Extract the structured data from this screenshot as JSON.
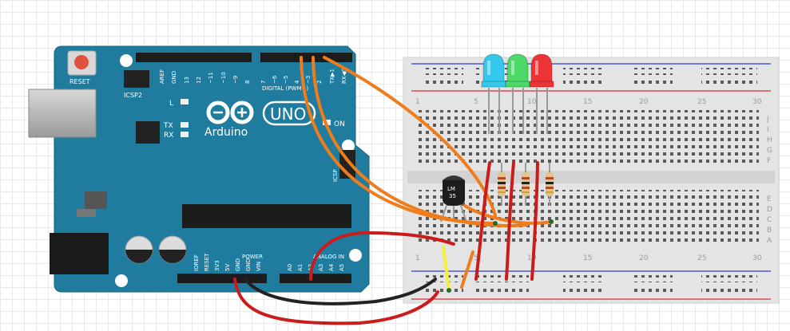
{
  "arduino": {
    "brand": "Arduino",
    "model": "UNO",
    "reset_label": "RESET",
    "icsp2_label": "ICSP2",
    "icsp_label": "ICSP",
    "digital_label": "DIGITAL (PWM~)",
    "power_label": "POWER",
    "analog_label": "ANALOG IN",
    "on_label": "ON",
    "l_label": "L",
    "tx_label": "TX",
    "rx_label": "RX",
    "digital_pins": [
      "AREF",
      "GND",
      "13",
      "12",
      "~11",
      "~10",
      "~9",
      "8",
      "7",
      "~6",
      "~5",
      "4",
      "~3",
      "2",
      "TX▶1",
      "RX◀0"
    ],
    "power_pins": [
      "IOREF",
      "RESET",
      "3V3",
      "5V",
      "GND",
      "GND",
      "VIN"
    ],
    "analog_pins": [
      "A0",
      "A1",
      "A2",
      "A3",
      "A4",
      "A5"
    ],
    "board_color": "#1f7c9e"
  },
  "sensor": {
    "line1": "LM",
    "line2": "35"
  },
  "leds": [
    {
      "name": "blue",
      "color": "#35c8ef"
    },
    {
      "name": "green",
      "color": "#4dd86a"
    },
    {
      "name": "red",
      "color": "#ee3434"
    }
  ],
  "breadboard": {
    "column_numbers": [
      "1",
      "5",
      "10",
      "15",
      "20",
      "25",
      "30"
    ],
    "row_letters_top": [
      "J",
      "I",
      "H",
      "G",
      "F"
    ],
    "row_letters_bottom": [
      "E",
      "D",
      "C",
      "B",
      "A"
    ]
  },
  "wire_colors": {
    "orange": "#ee7d1d",
    "red": "#cc1b1b",
    "black": "#222222",
    "yellow": "#f4ef3a"
  }
}
